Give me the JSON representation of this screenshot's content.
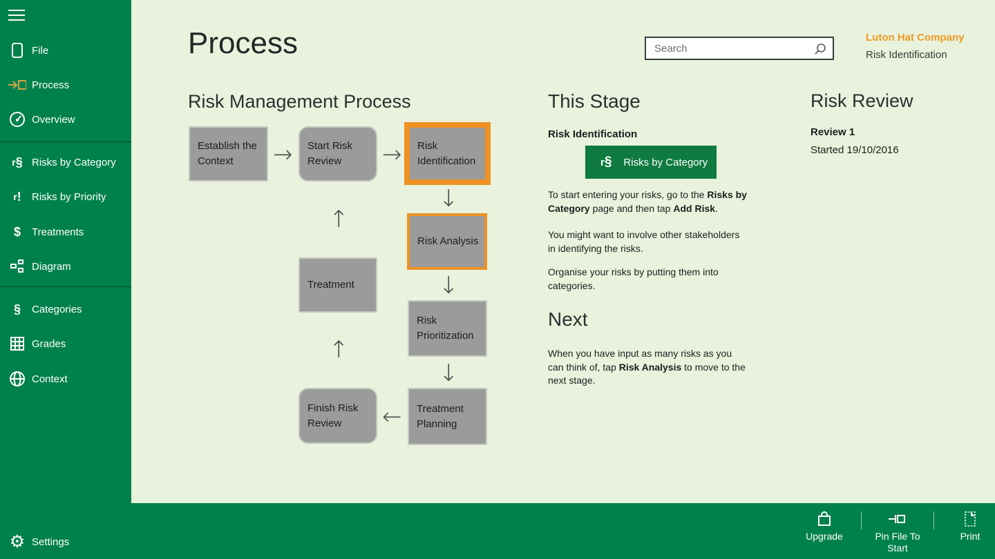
{
  "colors": {
    "accent_green": "#00814B",
    "button_green": "#0F7B40",
    "content_bg": "#E8F2DD",
    "highlight_orange": "#EF9123",
    "company_orange": "#EF9A23",
    "node_gray": "#9B9B9B"
  },
  "icons": {
    "risks_by_category": "r§",
    "risks_by_priority": "r!",
    "treatments": "$",
    "categories": "§",
    "settings_gear": "⚙",
    "arrow_right": "→",
    "arrow_left": "←",
    "arrow_up": "↑",
    "arrow_down": "↓"
  },
  "sidebar": {
    "items": [
      {
        "label": "File"
      },
      {
        "label": "Process"
      },
      {
        "label": "Overview"
      },
      {
        "label": "Risks by Category"
      },
      {
        "label": "Risks by Priority"
      },
      {
        "label": "Treatments"
      },
      {
        "label": "Diagram"
      },
      {
        "label": "Categories"
      },
      {
        "label": "Grades"
      },
      {
        "label": "Context"
      }
    ],
    "settings_label": "Settings"
  },
  "header": {
    "title": "Process",
    "search_placeholder": "Search",
    "company": "Luton Hat Company",
    "stage": "Risk Identification"
  },
  "flowchart": {
    "title": "Risk Management Process",
    "nodes": {
      "establish": {
        "label": "Establish the Context"
      },
      "start_review": {
        "label": "Start Risk Review"
      },
      "risk_identification": {
        "label": "Risk Identification"
      },
      "risk_analysis": {
        "label": "Risk Analysis"
      },
      "treatment": {
        "label": "Treatment"
      },
      "risk_prioritization": {
        "label": "Risk Prioritization"
      },
      "treatment_planning": {
        "label": "Treatment Planning"
      },
      "finish_review": {
        "label": "Finish Risk Review"
      }
    }
  },
  "this_stage": {
    "heading": "This Stage",
    "stage_name": "Risk Identification",
    "button": {
      "icon": "r§",
      "label": "Risks by Category"
    },
    "p1": [
      {
        "t": "To start entering your risks, go to the "
      },
      {
        "t": "Risks by Category",
        "b": true
      },
      {
        "t": " page and then tap "
      },
      {
        "t": "Add Risk",
        "b": true
      },
      {
        "t": "."
      }
    ],
    "p2": [
      {
        "t": "You might want to involve other stakeholders in identifying the risks."
      }
    ],
    "p3": [
      {
        "t": "Organise your risks by putting them into categories."
      }
    ]
  },
  "next": {
    "heading": "Next",
    "p": [
      {
        "t": "When you have input as many risks as you can think of, tap "
      },
      {
        "t": "Risk Analysis",
        "b": true
      },
      {
        "t": " to move to the next stage."
      }
    ]
  },
  "risk_review": {
    "heading": "Risk Review",
    "review_name": "Review 1",
    "started": "Started 19/10/2016"
  },
  "bottom_bar": {
    "upgrade": "Upgrade",
    "pin": "Pin File To Start",
    "print": "Print"
  }
}
